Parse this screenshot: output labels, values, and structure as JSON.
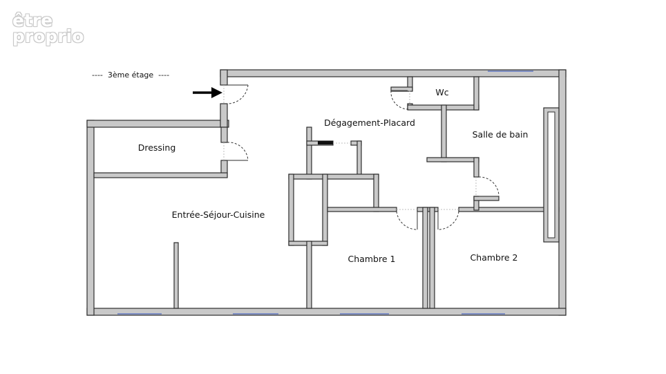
{
  "watermark": {
    "line1": "être",
    "line2": "proprio"
  },
  "floor_label": "----  3ème étage  ----",
  "rooms": {
    "entree": "Entrée-Séjour-Cuisine",
    "dressing": "Dressing",
    "degagement": "Dégagement-Placard",
    "wc": "Wc",
    "salle_de_bain": "Salle de bain",
    "chambre1": "Chambre 1",
    "chambre2": "Chambre 2"
  },
  "icons": {
    "entry": "entry-arrow-icon"
  }
}
